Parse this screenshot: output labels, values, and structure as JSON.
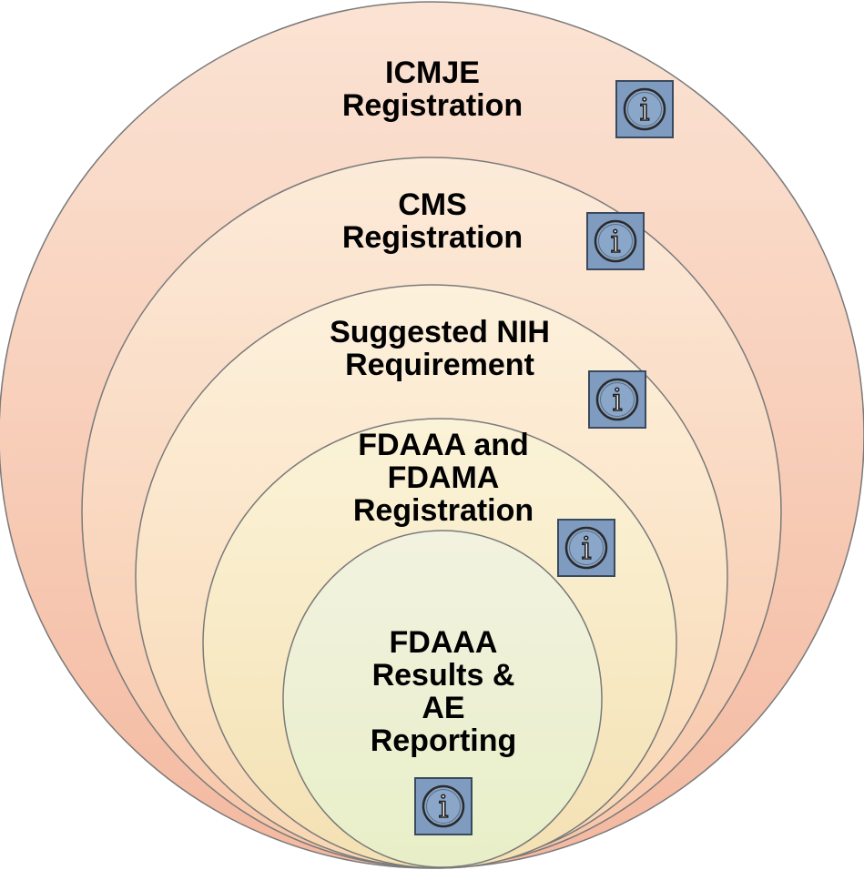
{
  "rings": [
    {
      "id": "icmje",
      "label_lines": [
        "ICMJE",
        "Registration"
      ],
      "fill_top": "#fbe3d3",
      "fill_bottom": "#f4b9a0"
    },
    {
      "id": "cms",
      "label_lines": [
        "CMS",
        "Registration"
      ],
      "fill_top": "#fcebd9",
      "fill_bottom": "#f7c5a8"
    },
    {
      "id": "nih",
      "label_lines": [
        "Suggested NIH",
        "Requirement"
      ],
      "fill_top": "#fdf1dc",
      "fill_bottom": "#f8d6b2"
    },
    {
      "id": "fdaaa-fdama",
      "label_lines": [
        "FDAAA and",
        "FDAMA",
        "Registration"
      ],
      "fill_top": "#fbf3d8",
      "fill_bottom": "#f4e1b3"
    },
    {
      "id": "fdaaa-results",
      "label_lines": [
        "FDAAA",
        "Results &",
        "AE",
        "Reporting"
      ],
      "fill_top": "#f2f2e0",
      "fill_bottom": "#e8efc7"
    }
  ],
  "info_icon": {
    "icon": "info-icon",
    "glyph": "i",
    "background": "#7f9cc0",
    "border": "#3a4a5e"
  },
  "colors": {
    "ring_stroke": "#7a7a7a",
    "text": "#000000"
  }
}
